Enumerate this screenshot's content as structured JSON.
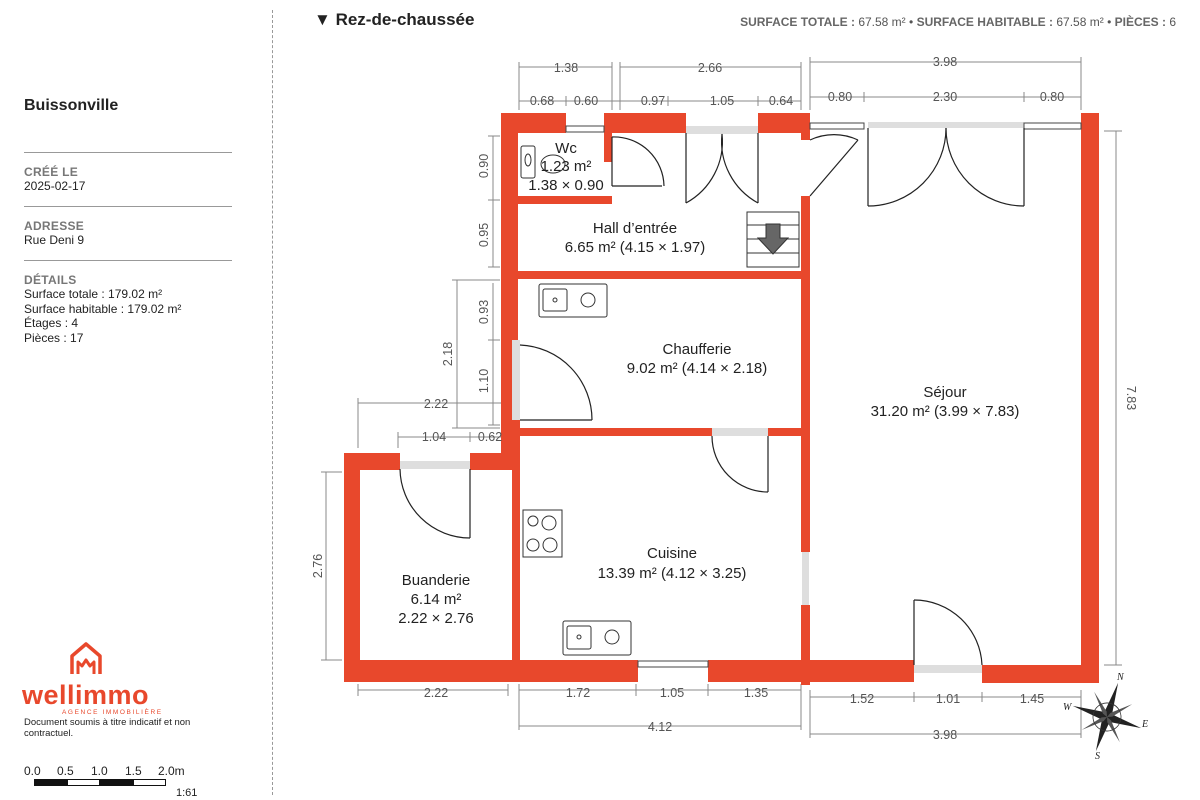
{
  "sidebar": {
    "city": "Buissonville",
    "created_label": "CRÉÉ LE",
    "created_value": "2025-02-17",
    "address_label": "ADRESSE",
    "address_value": "Rue Deni 9",
    "details_label": "DÉTAILS",
    "details": [
      "Surface totale : 179.02 m²",
      "Surface habitable : 179.02 m²",
      "Étages : 4",
      "Pièces : 17"
    ],
    "brand": "wellimmo",
    "brand_tagline": "AGENCE IMMOBILIÈRE",
    "disclaimer": "Document soumis à titre indicatif et non contractuel.",
    "scale_ticks": [
      "0.0",
      "0.5",
      "1.0",
      "1.5",
      "2.0m"
    ],
    "scale_ratio": "1:61"
  },
  "header": {
    "floor_toggle": "▼",
    "floor_name": "Rez-de-chaussée",
    "surface_total_label": "SURFACE TOTALE :",
    "surface_total_value": "67.58 m²",
    "surface_hab_label": "SURFACE HABITABLE :",
    "surface_hab_value": "67.58 m²",
    "rooms_label": "PIÈCES :",
    "rooms_value": "6",
    "separator": "•"
  },
  "rooms": [
    {
      "id": "wc",
      "name": "Wc",
      "area": "1.23 m²",
      "dims": "1.38 × 0.90"
    },
    {
      "id": "hall",
      "name": "Hall d’entrée",
      "area": "6.65 m² (4.15 × 1.97)"
    },
    {
      "id": "chaufferie",
      "name": "Chaufferie",
      "area": "9.02 m² (4.14 × 2.18)"
    },
    {
      "id": "sejour",
      "name": "Séjour",
      "area": "31.20 m² (3.99 × 7.83)"
    },
    {
      "id": "cuisine",
      "name": "Cuisine",
      "area": "13.39 m² (4.12 × 3.25)"
    },
    {
      "id": "buanderie",
      "name": "Buanderie",
      "area": "6.14 m²",
      "dims": "2.22 × 2.76"
    }
  ],
  "dimensions": {
    "top_row1": [
      "1.38",
      "2.66",
      "3.98"
    ],
    "top_row2": [
      "0.68",
      "0.60",
      "0.97",
      "1.05",
      "0.64",
      "0.80",
      "2.30",
      "0.80"
    ],
    "left": [
      "0.90",
      "0.95",
      "0.93",
      "1.10",
      "2.18",
      "2.22",
      "1.04",
      "0.62",
      "2.76"
    ],
    "right": [
      "7.83"
    ],
    "bottom_row1": [
      "2.22",
      "1.72",
      "1.05",
      "1.35",
      "1.52",
      "1.01",
      "1.45"
    ],
    "bottom_row2": [
      "4.12",
      "3.98"
    ]
  },
  "compass": {
    "n": "N",
    "e": "E",
    "s": "S",
    "w": "W"
  },
  "colors": {
    "wall": "#e8482c",
    "brand": "#e8482c"
  }
}
